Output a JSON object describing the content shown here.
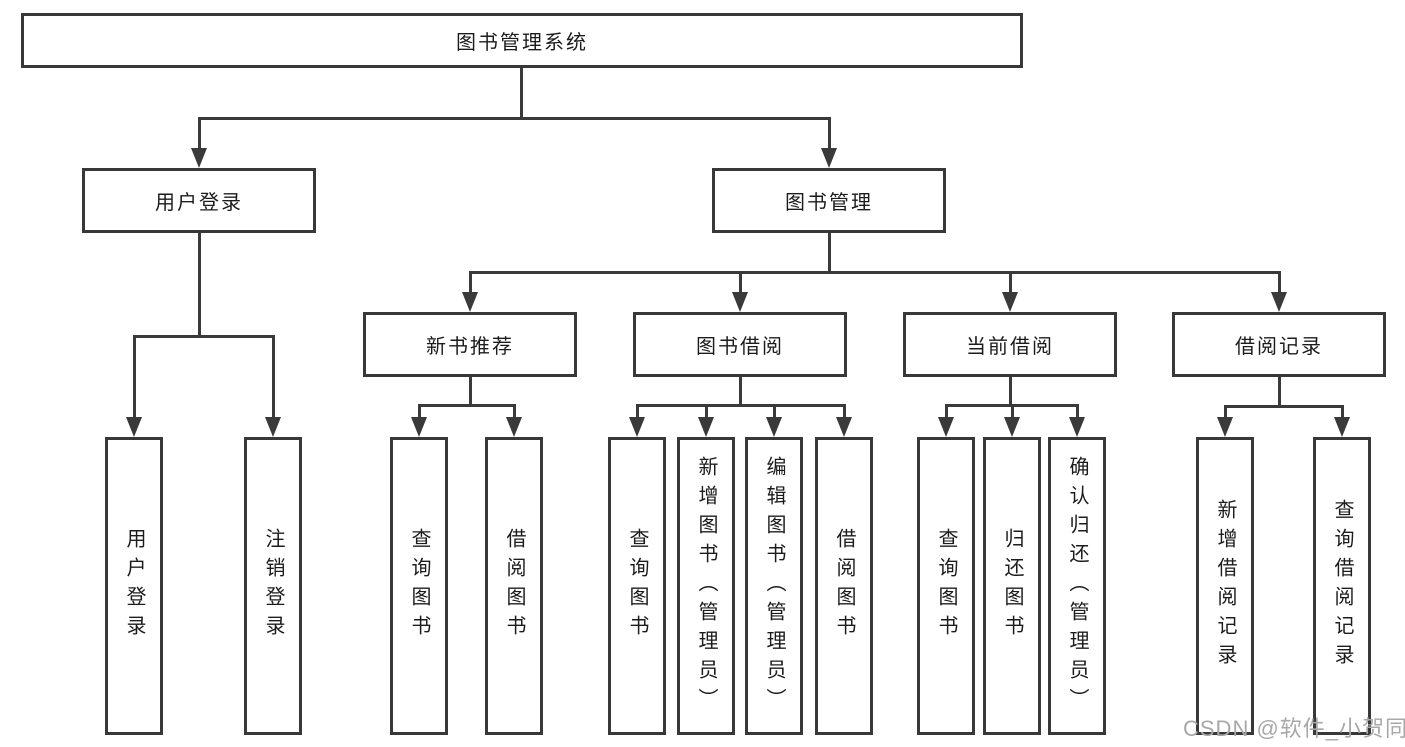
{
  "tree": {
    "label": "图书管理系统",
    "children": [
      {
        "label": "用户登录",
        "children": [
          {
            "label": "用户登录"
          },
          {
            "label": "注销登录"
          }
        ]
      },
      {
        "label": "图书管理",
        "children": [
          {
            "label": "新书推荐",
            "children": [
              {
                "label": "查询图书"
              },
              {
                "label": "借阅图书"
              }
            ]
          },
          {
            "label": "图书借阅",
            "children": [
              {
                "label": "查询图书"
              },
              {
                "label": "新增图书（管理员）"
              },
              {
                "label": "编辑图书（管理员）"
              },
              {
                "label": "借阅图书"
              }
            ]
          },
          {
            "label": "当前借阅",
            "children": [
              {
                "label": "查询图书"
              },
              {
                "label": "归还图书"
              },
              {
                "label": "确认归还（管理员）"
              }
            ]
          },
          {
            "label": "借阅记录",
            "children": [
              {
                "label": "新增借阅记录"
              },
              {
                "label": "查询借阅记录"
              }
            ]
          }
        ]
      }
    ]
  },
  "watermark": {
    "text": "CSDN @软件_小贺同学"
  },
  "colors": {
    "background": "#ffffff",
    "line": "#3a3a3a",
    "box_border": "#383838",
    "text": "#1c1c1c",
    "watermark": "#a8a8a8"
  }
}
